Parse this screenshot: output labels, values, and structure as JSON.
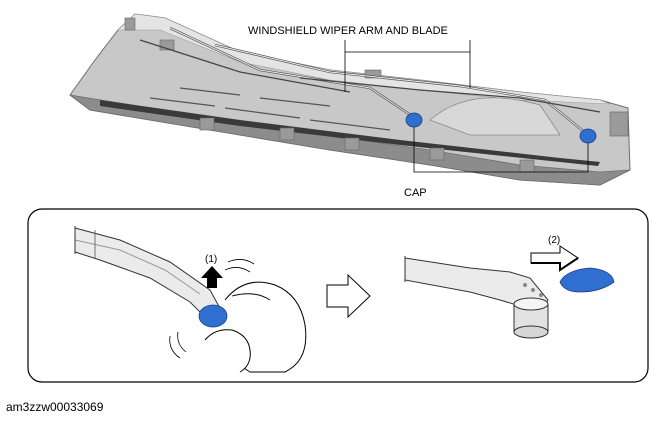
{
  "labels": {
    "wiper_arm_blade": "WINDSHIELD WIPER ARM AND BLADE",
    "cap": "CAP",
    "step1": "(1)",
    "step2": "(2)"
  },
  "figure_id": "am3zzw00033069",
  "colors": {
    "cap_blue": "#2f6fd0",
    "panel_gray": "#c8c8c8",
    "panel_dark": "#8c8c8c",
    "line": "#000000"
  },
  "icons": [
    "up-arrow-icon",
    "right-arrow-icon",
    "outline-arrow-icon"
  ]
}
